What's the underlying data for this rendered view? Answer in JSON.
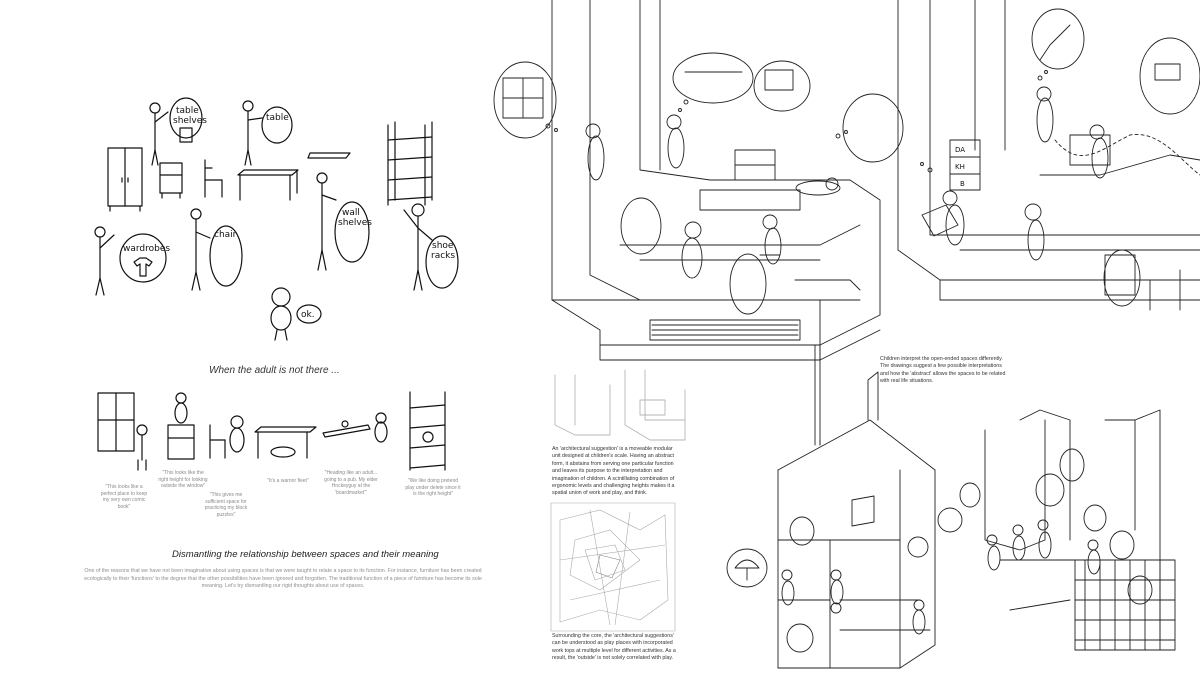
{
  "left_panel": {
    "bubbles": {
      "table_shelves": [
        "table",
        "shelves"
      ],
      "table": "table",
      "wardrobes": "wardrobes",
      "chair": "chair",
      "wall_shelves": [
        "wall",
        "shelves"
      ],
      "shoe_racks": [
        "shoe",
        "racks"
      ],
      "ok": "ok."
    },
    "section_title": "When the adult is not there ...",
    "captions": [
      "\"This looks like a perfect place to keep my very own comic book\"",
      "\"This looks like the right height for looking outside the window\"",
      "\"This gives me sufficient space for practicing my block puzzles\"",
      "\"It's a warrior fleet\"",
      "\"Heading like an adult... going to a pub. My elder Hockeyguy at the 'boardmarket'\"",
      "\"We like doing pretend play under delete since it is the right height\""
    ],
    "heading": "Dismantling the relationship between spaces and their meaning",
    "paragraph": "One of the reasons that we have not been imaginative about using spaces is that we were taught to relate a space to its function. For instance, furniture has been created ecologically to their 'functions' to the degree that the other possibilities have been ignored and forgotten. The traditional function of a piece of furniture has become its sole meaning. Let's try dismantling our rigid thoughts about use of spaces."
  },
  "middle_panel": {
    "text_1": "An 'architectural suggestion' is a moveable modular unit designed at children's scale. Having an abstract form, it abstains from serving one particular function and leaves its purpose to the interpretation and imagination of children. A scintillating combination of ergonomic levels and challenging heights makes it a spatial union of work and play, and think.",
    "text_2": "Surrounding the core, the 'architectural suggestions' can be understood as play places with incorporated work tops at multiple level for different activities. As a result, the 'outside' is not solely correlated with play."
  },
  "right_panel": {
    "text_1": "Children interpret the open-ended spaces differently. The drawings suggest a few possible interpretations and how the 'abstract' allows the spaces to be related with real life situations.",
    "block_letters": [
      "DA",
      "KH",
      "B"
    ]
  }
}
